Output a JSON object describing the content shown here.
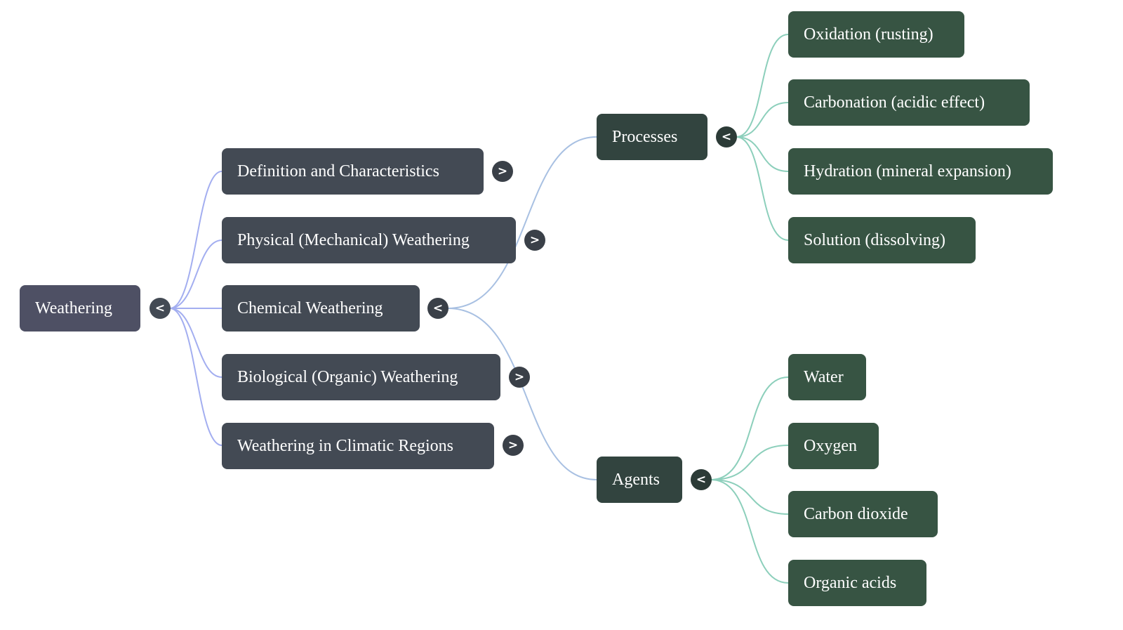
{
  "mindmap": {
    "root": {
      "label": "Weathering",
      "toggle": "<"
    },
    "branches": [
      {
        "label": "Definition and Characteristics",
        "toggle": ">"
      },
      {
        "label": "Physical (Mechanical) Weathering",
        "toggle": ">"
      },
      {
        "label": "Chemical Weathering",
        "toggle": "<",
        "children": [
          {
            "label": "Processes",
            "toggle": "<",
            "children": [
              {
                "label": "Oxidation (rusting)"
              },
              {
                "label": "Carbonation (acidic effect)"
              },
              {
                "label": "Hydration (mineral expansion)"
              },
              {
                "label": "Solution (dissolving)"
              }
            ]
          },
          {
            "label": "Agents",
            "toggle": "<",
            "children": [
              {
                "label": "Water"
              },
              {
                "label": "Oxygen"
              },
              {
                "label": "Carbon dioxide"
              },
              {
                "label": "Organic acids"
              }
            ]
          }
        ]
      },
      {
        "label": "Biological (Organic) Weathering",
        "toggle": ">"
      },
      {
        "label": "Weathering in Climatic Regions",
        "toggle": ">"
      }
    ]
  },
  "colors": {
    "root_edge": "#a3aef0",
    "chem_edge": "#a8c0e2",
    "leaf_edge": "#8ccfbb"
  }
}
